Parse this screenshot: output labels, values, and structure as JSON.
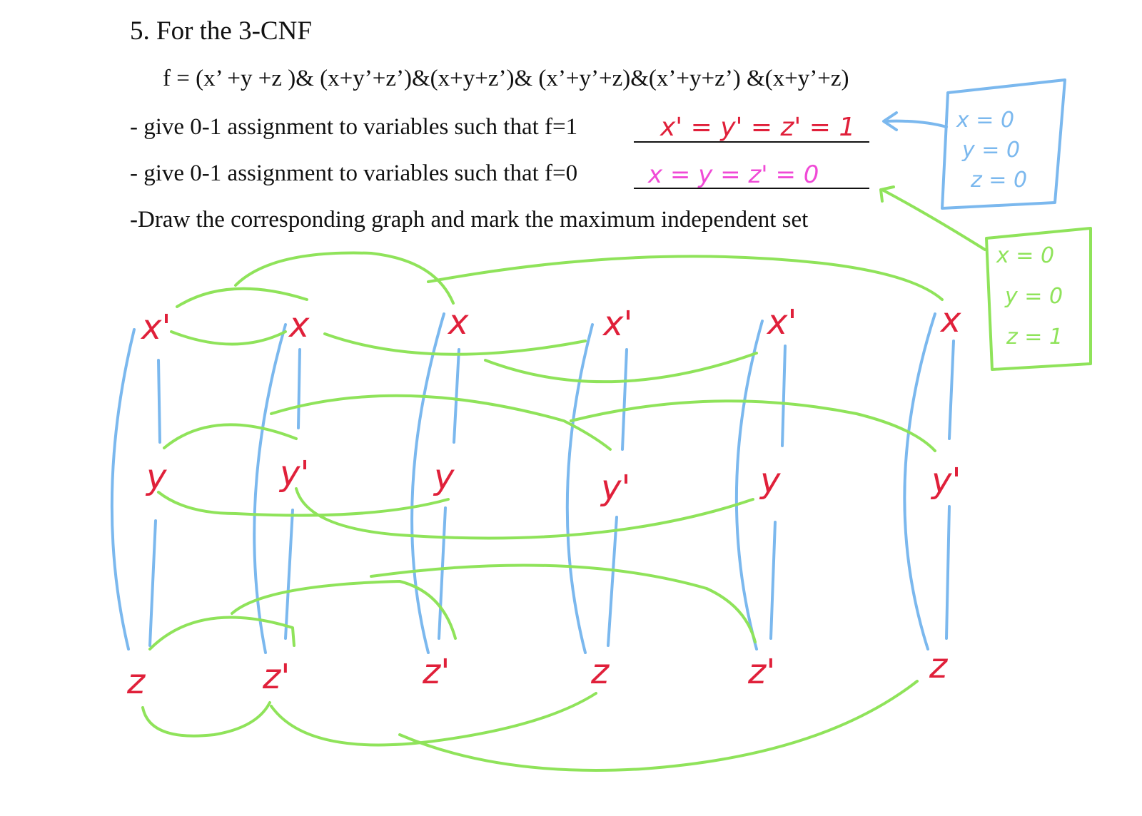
{
  "question": {
    "heading": "5. For the  3-CNF",
    "formula": "f = (x’ +y +z )& (x+y’+z’)&(x+y+z’)& (x’+y’+z)&(x’+y+z’) &(x+y’+z)",
    "line1": "- give 0-1 assignment to variables such that f=1",
    "line2": "- give 0-1 assignment to variables such that f=0",
    "line3": "-Draw the corresponding graph and mark the maximum independent set"
  },
  "answers": {
    "f1": "x' = y' = z' = 1",
    "f0": "x = y = z' = 0"
  },
  "box_blue": {
    "lines": [
      "x = 0",
      "y = 0",
      "z = 0"
    ]
  },
  "box_green": {
    "lines": [
      "x = 0",
      "y = 0",
      "z = 1"
    ]
  },
  "graph": {
    "columns": [
      [
        "x'",
        "y",
        "z"
      ],
      [
        "x",
        "y'",
        "z'"
      ],
      [
        "x",
        "y",
        "z'"
      ],
      [
        "x'",
        "y'",
        "z"
      ],
      [
        "x'",
        "y",
        "z'"
      ],
      [
        "x",
        "y'",
        "z"
      ]
    ]
  },
  "colors": {
    "text": "#111111",
    "red_ink": "#e0203a",
    "magenta_ink": "#f04ad6",
    "blue_ink": "#7bb8ee",
    "green_ink": "#8fe35a"
  }
}
